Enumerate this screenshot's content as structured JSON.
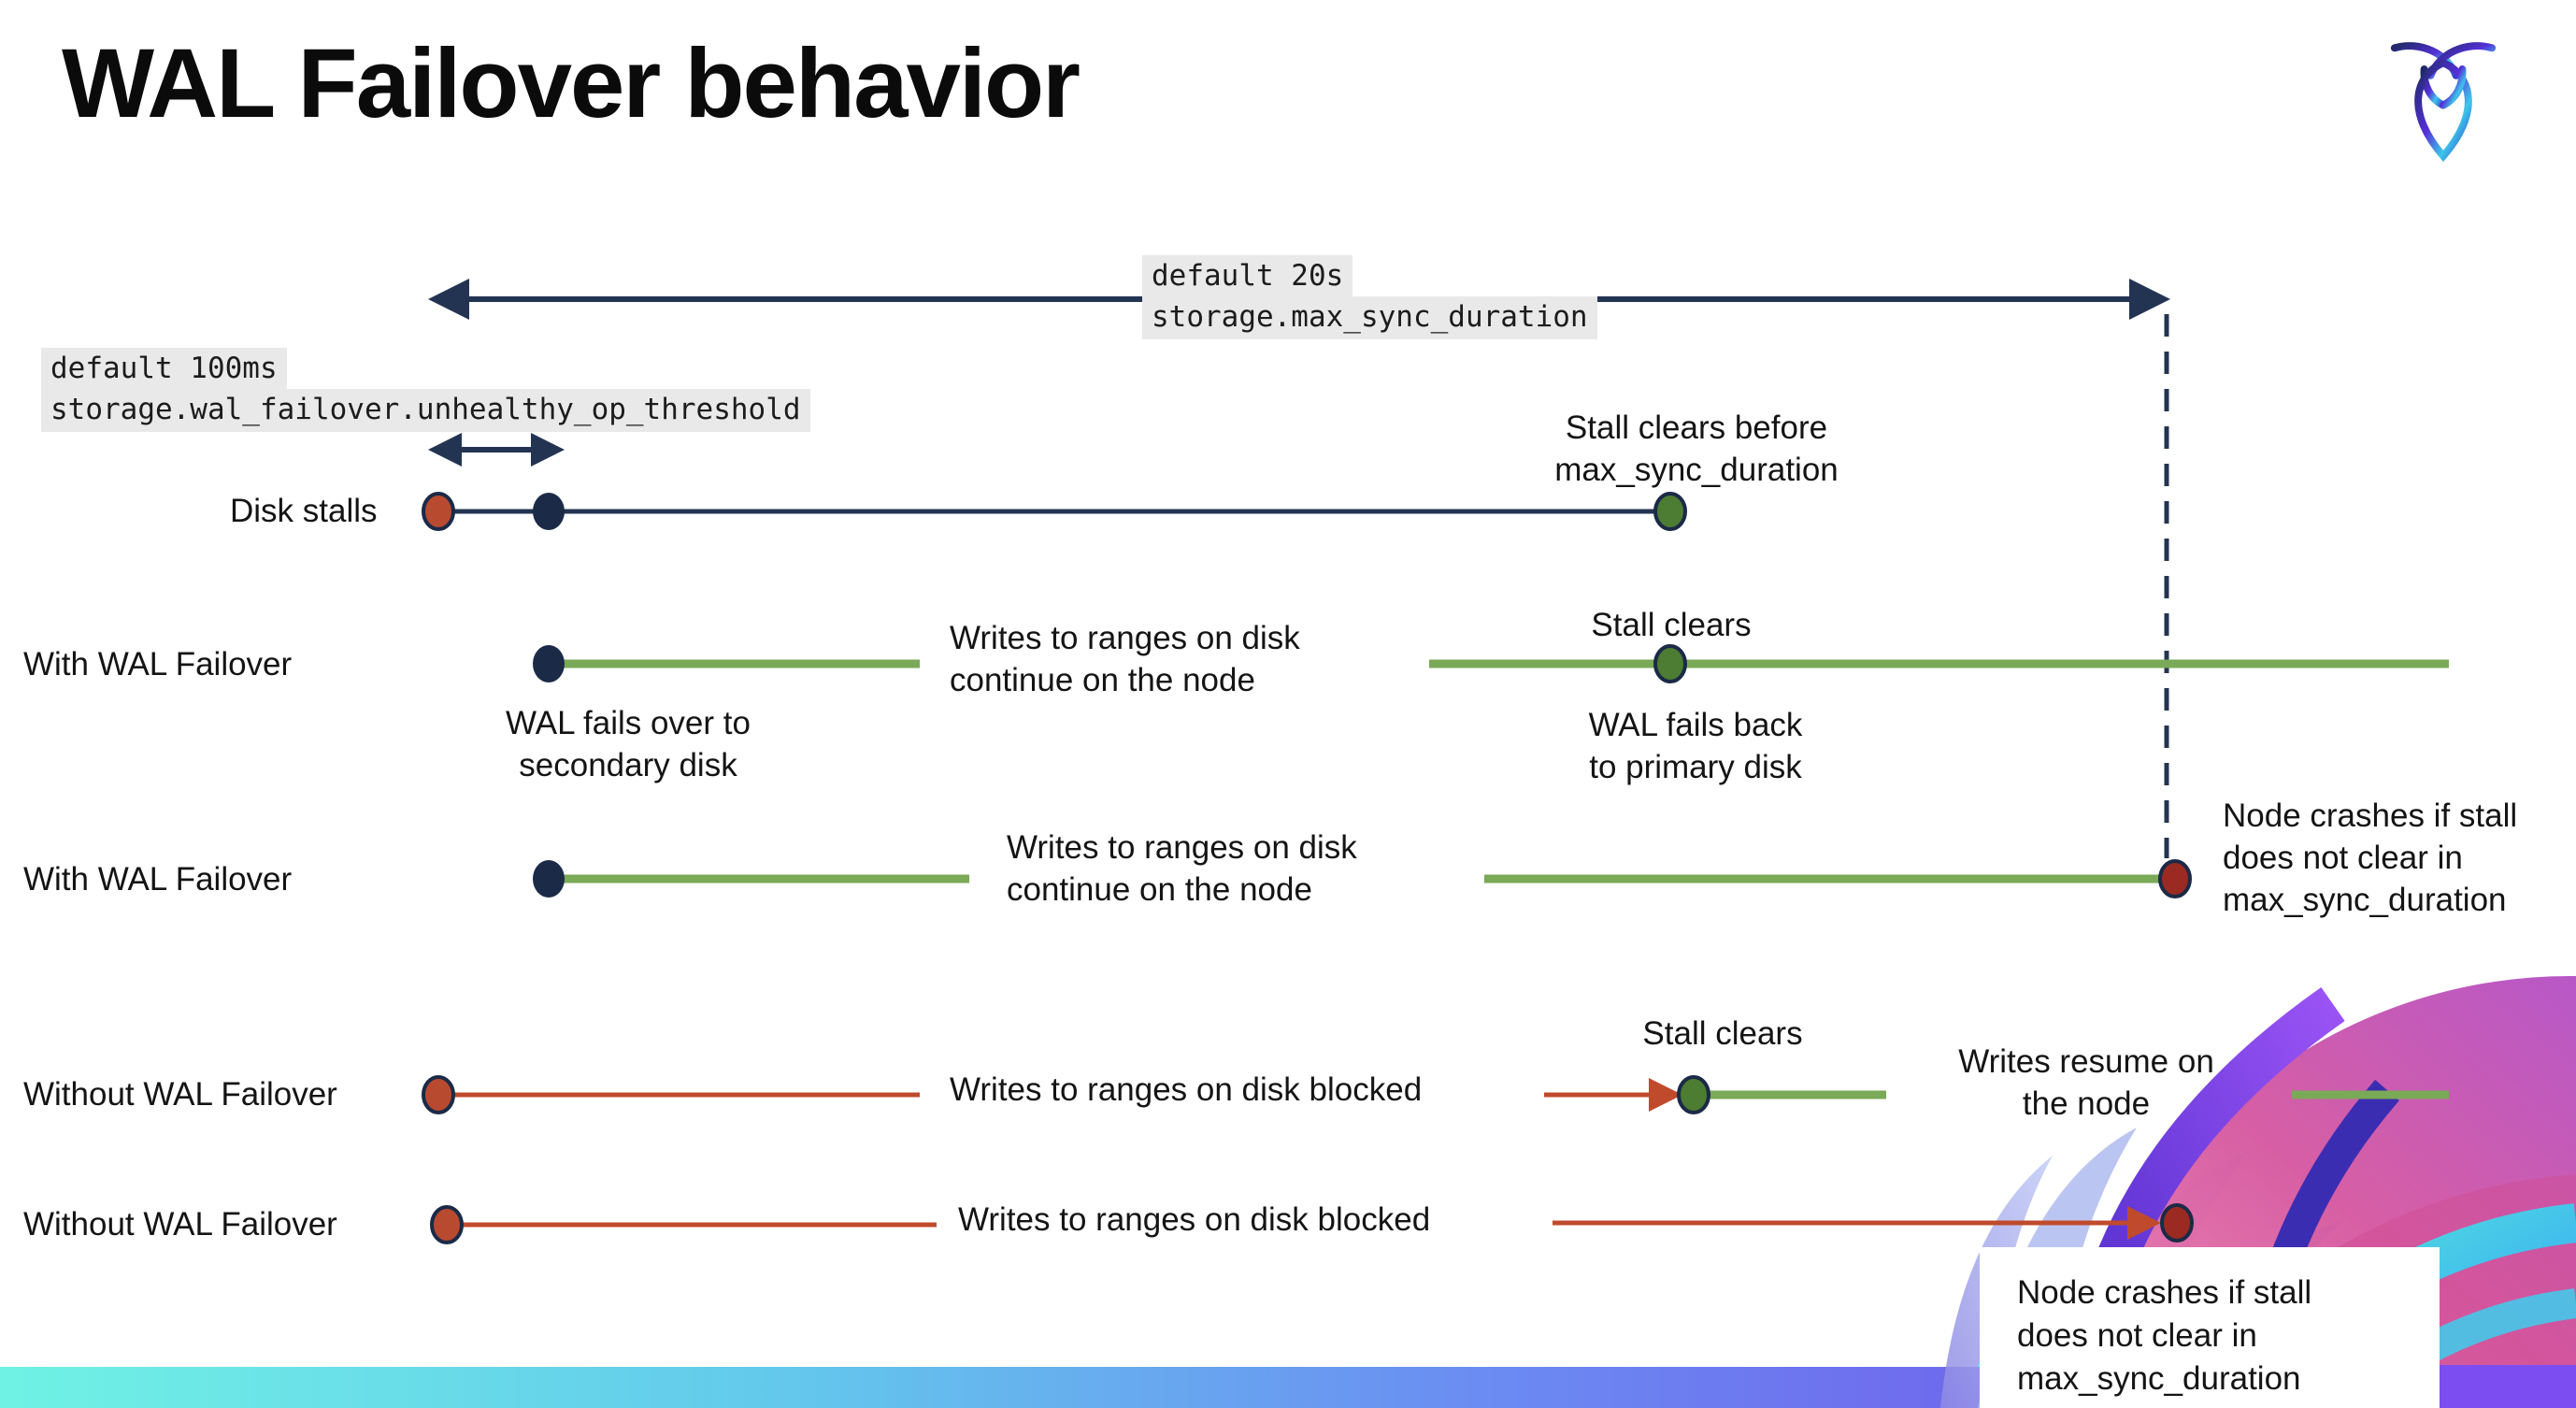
{
  "page": {
    "title": "WAL Failover behavior"
  },
  "branding": {
    "logo": "cockroachdb-mark"
  },
  "settings": {
    "max_sync_duration": {
      "default_label": "default 20s",
      "setting_name": "storage.max_sync_duration"
    },
    "unhealthy_op_threshold": {
      "default_label": "default 100ms",
      "setting_name": "storage.wal_failover.unhealthy_op_threshold"
    }
  },
  "rows": [
    {
      "label": "Disk stalls"
    },
    {
      "label": "With WAL Failover"
    },
    {
      "label": "With WAL Failover"
    },
    {
      "label": "Without WAL Failover"
    },
    {
      "label": "Without WAL Failover"
    }
  ],
  "events": {
    "stall_clears_before": "Stall clears before\nmax_sync_duration",
    "stall_clears": "Stall clears",
    "wal_fails_over": "WAL fails over to\nsecondary disk",
    "wal_fails_back": "WAL fails  back\nto primary disk",
    "writes_continue": "Writes to ranges on disk\ncontinue on the node",
    "writes_blocked": "Writes to ranges on disk  blocked",
    "writes_resume": "Writes resume on\nthe node",
    "node_crashes": "Node crashes if stall\ndoes not clear in\nmax_sync_duration"
  },
  "colors": {
    "navy": "#233453",
    "navy_dot": "#1b2a47",
    "stall_red": "#b84a2f",
    "crash_red": "#9b2a22",
    "green_line": "#7aa957",
    "green_dot": "#4d7c33",
    "code_background": "#e9e9e9",
    "bottom_bar_gradient": [
      "#6ff2e4",
      "#63c9ec",
      "#6b8bf2",
      "#7a4df0"
    ]
  }
}
